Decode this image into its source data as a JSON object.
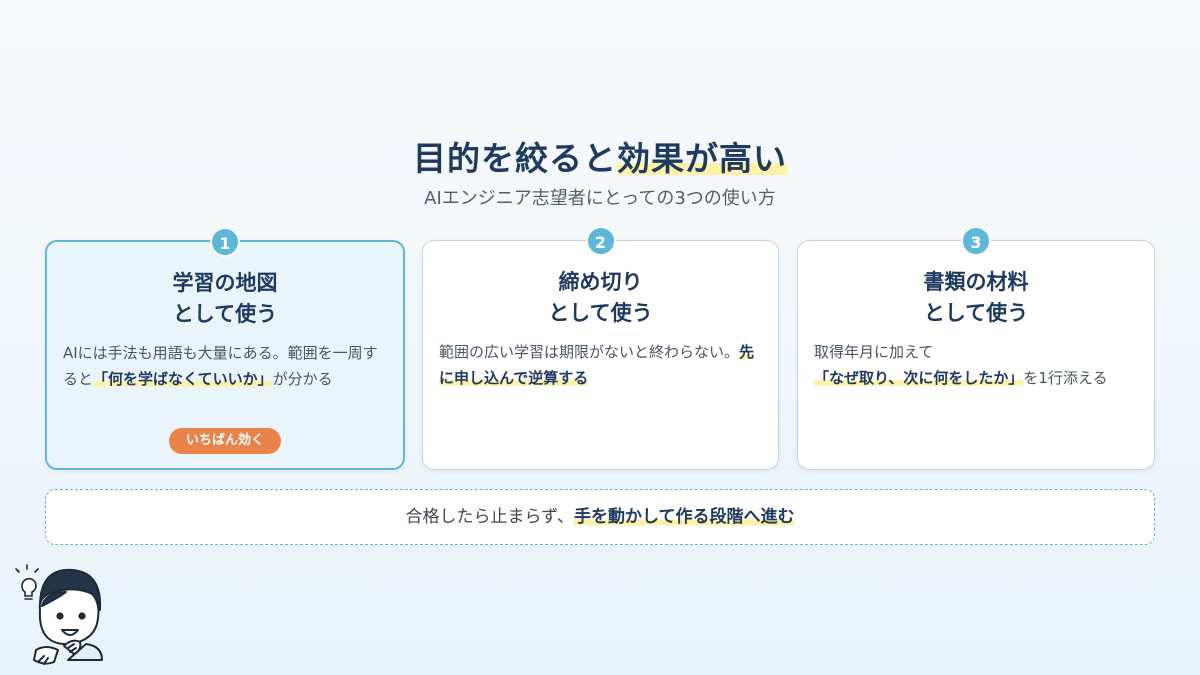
{
  "header": {
    "title_part1": "目的を絞ると",
    "title_highlight": "効果が高い",
    "subtitle": "AIエンジニア志望者にとっての3つの使い方"
  },
  "cards": [
    {
      "number": "1",
      "title_line1": "学習の地図",
      "title_line2": "として使う",
      "body_pre": "AIには手法も用語も大量にある。範囲を一周すると",
      "body_highlight": "「何を学ばなくていいか」",
      "body_post": "が分かる",
      "badge": "いちばん効く"
    },
    {
      "number": "2",
      "title_line1": "締め切り",
      "title_line2": "として使う",
      "body_pre": "範囲の広い学習は期限がないと終わらない。",
      "body_highlight": "先に申し込んで逆算する",
      "body_post": ""
    },
    {
      "number": "3",
      "title_line1": "書類の材料",
      "title_line2": "として使う",
      "body_pre": "取得年月に加えて",
      "body_highlight": "「なぜ取り、次に何をしたか」",
      "body_post": "を1行添える"
    }
  ],
  "banner": {
    "text_pre": "合格したら止まらず、",
    "text_highlight": "手を動かして作る段階へ進む"
  },
  "colors": {
    "navy": "#1e3a5f",
    "accent_blue": "#5cb7d8",
    "badge_orange": "#e9834a",
    "highlight_yellow": "#fff1a6"
  },
  "icons": [
    "lightbulb-icon",
    "mascot-illustration"
  ]
}
